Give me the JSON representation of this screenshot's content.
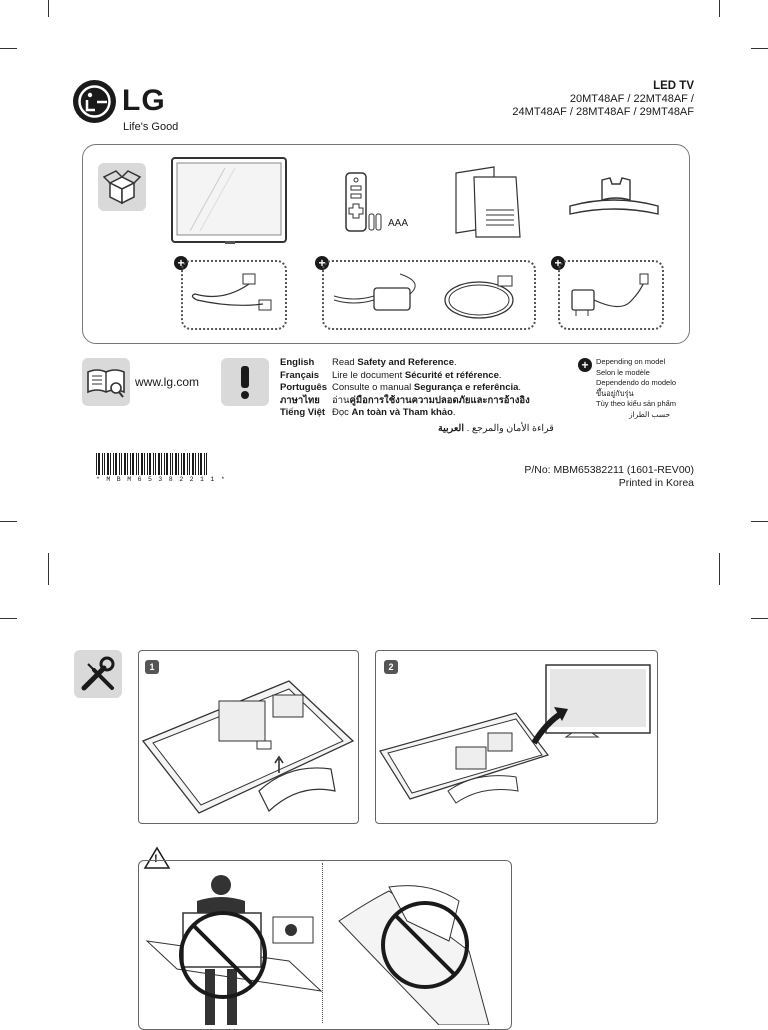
{
  "brand": {
    "name": "LG",
    "slogan": "Life's Good",
    "logo_letter": "LG"
  },
  "header": {
    "product_type": "LED TV",
    "models_line1": "20MT48AF / 22MT48AF /",
    "models_line2": "24MT48AF / 28MT48AF / 29MT48AF"
  },
  "components": {
    "battery_label": "AAA"
  },
  "website": "www.lg.com",
  "safety": {
    "rows": [
      {
        "lang": "English",
        "pre": "Read ",
        "bold": "Safety and Reference",
        "post": "."
      },
      {
        "lang": "Français",
        "pre": "Lire le document ",
        "bold": "Sécurité et référence",
        "post": "."
      },
      {
        "lang": "Português",
        "pre": "Consulte o manual ",
        "bold": "Segurança e referência",
        "post": "."
      },
      {
        "lang": "ภาษาไทย",
        "pre": "อ่าน",
        "bold": "คู่มือการใช้งานความปลอดภัยและการอ้างอิง",
        "post": ""
      },
      {
        "lang": "Tiếng Việt",
        "pre": "Đọc ",
        "bold": "An toàn và Tham khảo",
        "post": "."
      }
    ],
    "arabic_lang": "العربية",
    "arabic_text": "قراءة الأمان والمرجع ."
  },
  "depending": {
    "lines": [
      "Depending on model",
      "Selon le modèle",
      "Dependendo do modelo",
      "ขึ้นอยู่กับรุ่น",
      "Tùy theo kiểu sản phẩm",
      "حسب الطراز"
    ]
  },
  "part_info": {
    "pno": "P/No: MBM65382211 (1601-REV00)",
    "printed": "Printed in Korea"
  },
  "barcode_text": "* M B M 6 5 3 8 2 2 1 1 *",
  "assembly": {
    "step1": "1",
    "step2": "2",
    "warning_symbol": "!"
  },
  "icons": {
    "box": "box-icon",
    "manual": "book-magnifier-icon",
    "warning": "exclamation-icon",
    "tools": "wrench-screwdriver-icon",
    "plus": "plus-icon"
  }
}
